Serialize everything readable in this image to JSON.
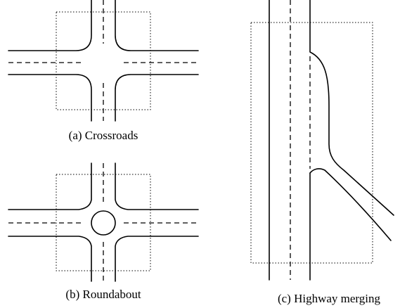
{
  "panels": [
    {
      "id": "a",
      "caption": "(a) Crossroads"
    },
    {
      "id": "b",
      "caption": "(b) Roundabout"
    },
    {
      "id": "c",
      "caption": "(c) Highway merging"
    }
  ],
  "colors": {
    "line": "#000000",
    "background": "#ffffff"
  }
}
